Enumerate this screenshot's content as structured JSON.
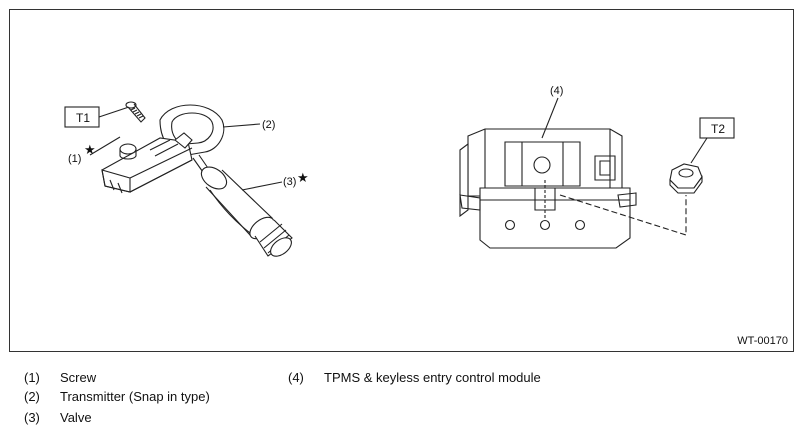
{
  "figure_id": "WT-00170",
  "callouts": {
    "c1": "(1)",
    "c2": "(2)",
    "c3": "(3)",
    "c4": "(4)",
    "t1": "T1",
    "t2": "T2",
    "star": "★"
  },
  "legend": [
    {
      "num": "(1)",
      "text": "Screw"
    },
    {
      "num": "(2)",
      "text": "Transmitter (Snap in type)"
    },
    {
      "num": "(3)",
      "text": "Valve"
    },
    {
      "num": "(4)",
      "text": "TPMS & keyless entry control module"
    }
  ]
}
